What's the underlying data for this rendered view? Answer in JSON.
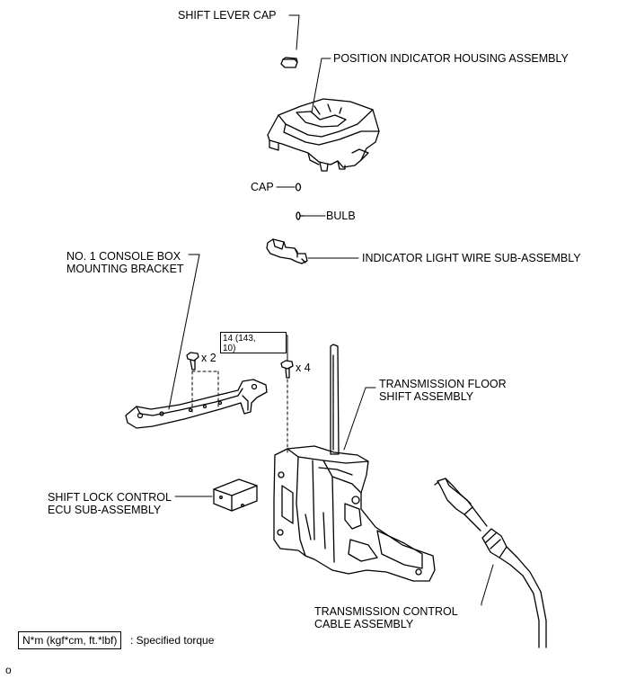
{
  "labels": {
    "shift_lever_cap": "SHIFT LEVER CAP",
    "position_indicator_housing": "POSITION INDICATOR HOUSING ASSEMBLY",
    "cap": "CAP",
    "bulb": "BULB",
    "indicator_light_wire": "INDICATOR LIGHT WIRE SUB-ASSEMBLY",
    "console_box_bracket": "NO. 1 CONSOLE BOX\nMOUNTING BRACKET",
    "transmission_floor_shift": "TRANSMISSION FLOOR\nSHIFT ASSEMBLY",
    "shift_lock_ecu": "SHIFT LOCK CONTROL\nECU SUB-ASSEMBLY",
    "transmission_control_cable": "TRANSMISSION CONTROL\nCABLE ASSEMBLY"
  },
  "quantities": {
    "bracket_bolts": "x 2",
    "shift_bolts": "x 4"
  },
  "torque": {
    "value": "14 (143,\n10)"
  },
  "legend": {
    "unit": "N*m (kgf*cm, ft.*lbf)",
    "description": ": Specified torque"
  },
  "corner_mark": "o"
}
